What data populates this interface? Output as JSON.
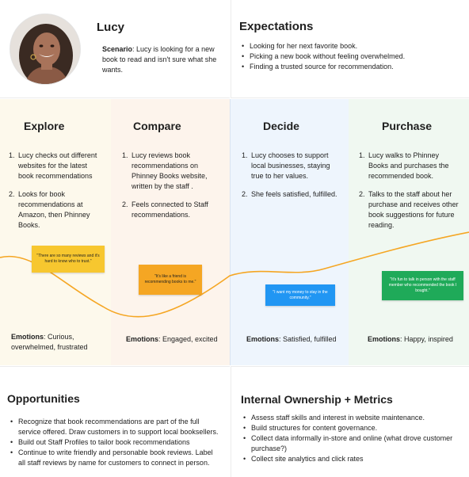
{
  "persona": {
    "name": "Lucy",
    "scenario_label": "Scenario",
    "scenario_text": ": Lucy is looking for a new book to read and isn't sure what she wants."
  },
  "expectations": {
    "title": "Expectations",
    "items": [
      "Looking for her next favorite book.",
      "Picking a new book without feeling overwhelmed.",
      "Finding a trusted source for recommendation."
    ]
  },
  "stages": [
    {
      "title": "Explore",
      "steps": [
        "Lucy checks out different websites for the latest book recommendations",
        "Looks for book recommendations at Amazon, then Phinney Books."
      ],
      "note": "\"There are so many reviews and it's hard to know who to trust.\"",
      "note_color": "#f7c72f",
      "emotions_label": "Emotions",
      "emotions_text": ": Curious, overwhelmed, frustrated"
    },
    {
      "title": "Compare",
      "steps": [
        "Lucy reviews book recommendations on Phinney Books website, written by the staff .",
        "Feels connected to Staff recommendations."
      ],
      "note": "\"It's like a friend is recommending books to me.\"",
      "note_color": "#f5a623",
      "emotions_label": "Emotions",
      "emotions_text": ": Engaged, excited"
    },
    {
      "title": "Decide",
      "steps": [
        "Lucy chooses to support local businesses, staying true to her values.",
        "She feels satisfied, fulfilled."
      ],
      "note": "\"I want my money to stay in the community.\"",
      "note_color": "#2196f3",
      "emotions_label": "Emotions",
      "emotions_text": ": Satisfied, fulfilled"
    },
    {
      "title": "Purchase",
      "steps": [
        "Lucy walks to Phinney Books and purchases the recommended book.",
        "Talks to the staff about her purchase and receives other book suggestions for future reading."
      ],
      "note": "\"It's fun to talk in person with the staff member who recommended the book I bought.\"",
      "note_color": "#1faa59",
      "emotions_label": "Emotions",
      "emotions_text": ": Happy, inspired"
    }
  ],
  "curve_color": "#f5a623",
  "opportunities": {
    "title": "Opportunities",
    "items": [
      "Recognize that book recommendations are part of the full service offered. Draw customers in to support local booksellers.",
      "Build out Staff Profiles to tailor book recommendations",
      "Continue to write friendly and personable book reviews. Label all staff reviews by name for customers to connect in person."
    ]
  },
  "ownership": {
    "title": "Internal Ownership + Metrics",
    "items": [
      "Assess staff skills and interest in website maintenance.",
      "Build structures for content governance.",
      "Collect data informally in-store and online (what drove customer purchase?)",
      "Collect site analytics and click rates"
    ]
  }
}
